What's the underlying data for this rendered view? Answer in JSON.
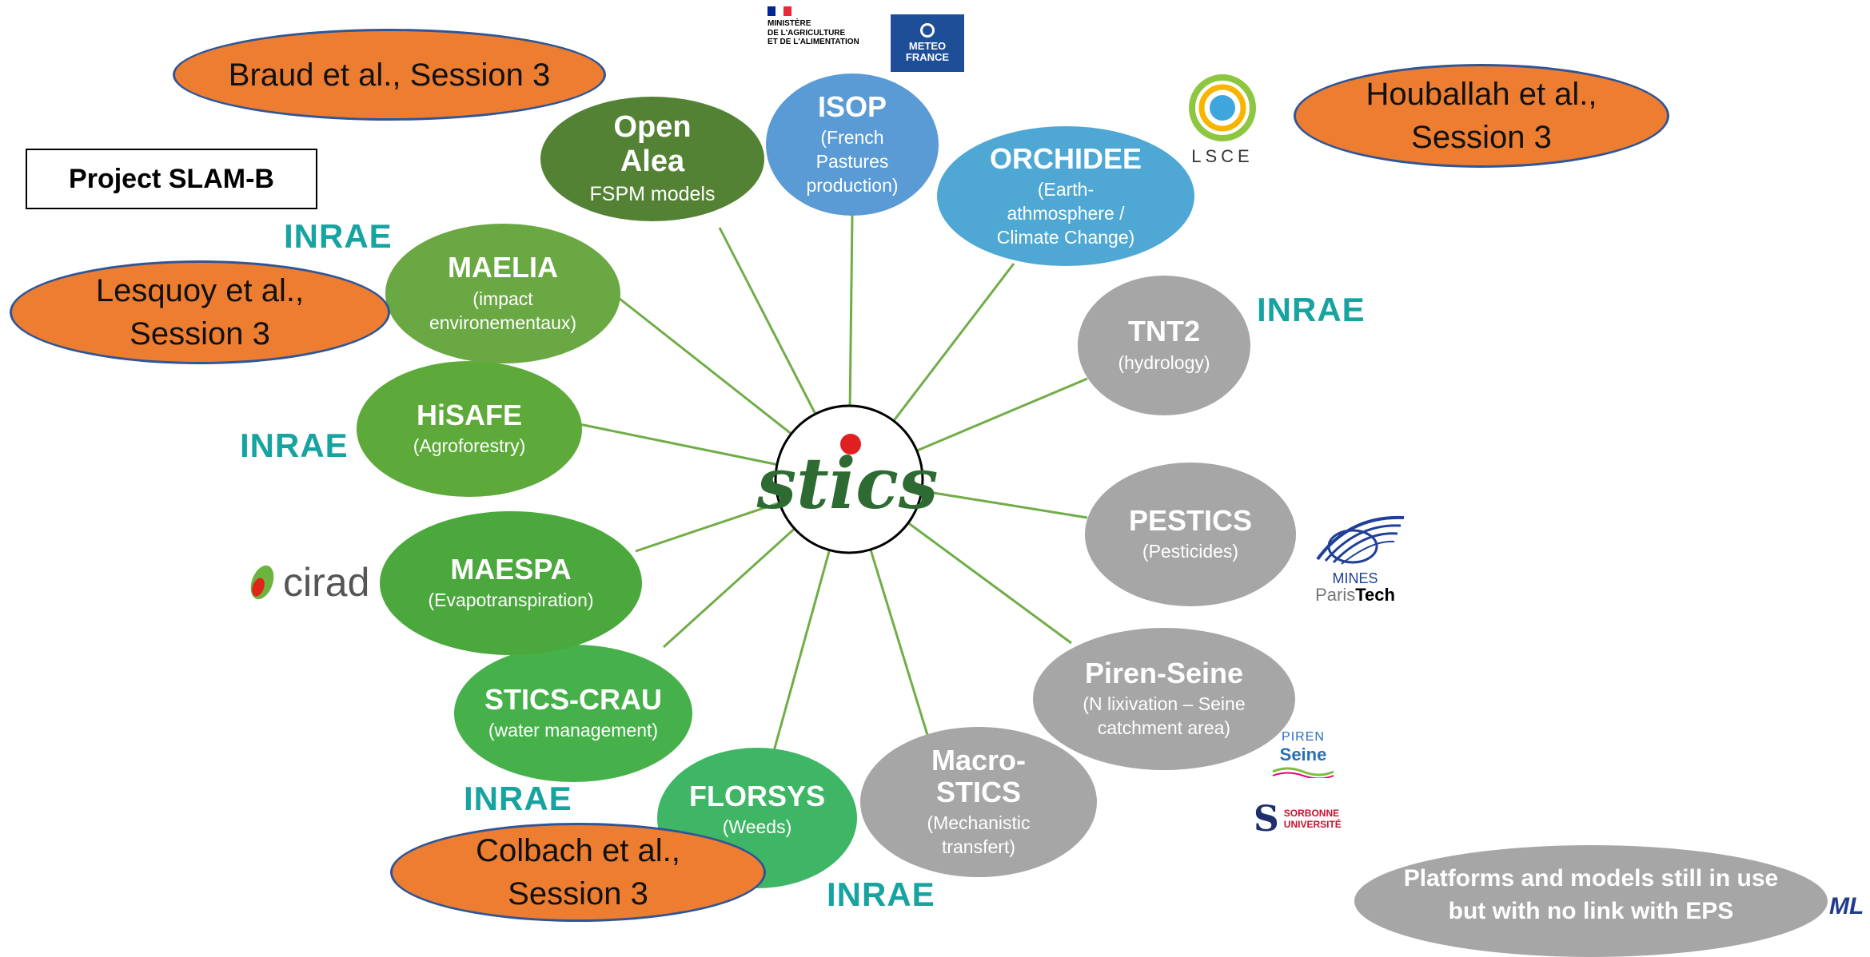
{
  "project_label": "Project SLAM-B",
  "center_logo": "stics",
  "nodes": [
    {
      "id": "openalea",
      "title": "Open\nAlea",
      "sub": "FSPM models",
      "color": "#548235"
    },
    {
      "id": "isop",
      "title": "ISOP",
      "sub": "(French\nPastures\nproduction)",
      "color": "#5b9bd5"
    },
    {
      "id": "orchidee",
      "title": "ORCHIDEE",
      "sub": "(Earth-\nathmosphere /\nClimate Change)",
      "color": "#4fa8d4"
    },
    {
      "id": "tnt2",
      "title": "TNT2",
      "sub": "(hydrology)",
      "color": "#a6a6a6"
    },
    {
      "id": "pestics",
      "title": "PESTICS",
      "sub": "(Pesticides)",
      "color": "#a6a6a6"
    },
    {
      "id": "pirenseine",
      "title": "Piren-Seine",
      "sub": "(N lixivation – Seine\ncatchment area)",
      "color": "#a6a6a6"
    },
    {
      "id": "macrostics",
      "title": "Macro-\nSTICS",
      "sub": "(Mechanistic\ntransfert)",
      "color": "#a6a6a6"
    },
    {
      "id": "florsys",
      "title": "FLORSYS",
      "sub": "(Weeds)",
      "color": "#3fb665"
    },
    {
      "id": "sticscrau",
      "title": "STICS-CRAU",
      "sub": "(water management)",
      "color": "#46b04a"
    },
    {
      "id": "maespa",
      "title": "MAESPA",
      "sub": "(Evapotranspiration)",
      "color": "#4aa83c"
    },
    {
      "id": "hisafe",
      "title": "HiSAFE",
      "sub": "(Agroforestry)",
      "color": "#5daa3a"
    },
    {
      "id": "maelia",
      "title": "MAELIA",
      "sub": "(impact\nenvironementaux)",
      "color": "#6aa843"
    }
  ],
  "callouts": [
    {
      "id": "braud",
      "text": "Braud et al., Session 3"
    },
    {
      "id": "houballah",
      "text": "Houballah et al.,\nSession 3"
    },
    {
      "id": "lesquoy",
      "text": "Lesquoy et al.,\nSession 3"
    },
    {
      "id": "colbach",
      "text": "Colbach et al.,\nSession 3"
    }
  ],
  "logos": {
    "inrae": "INRAΕ",
    "cirad": "cirad",
    "lsce": "LSCE",
    "ministere": "MINISTÈRE\nDE L'AGRICULTURE\nET DE L'ALIMENTATION",
    "meteo": "METEO\nFRANCE",
    "mines": "MINES",
    "paristech_a": "Paris",
    "paristech_b": "Tech",
    "piren_a": "PIREN",
    "piren_b": "Seine",
    "sorbonne": "SORBONNE\nUNIVERSITÉ"
  },
  "legend_text": "Platforms and models still in use\nbut with no link with EPS",
  "corner_initials": "ML"
}
